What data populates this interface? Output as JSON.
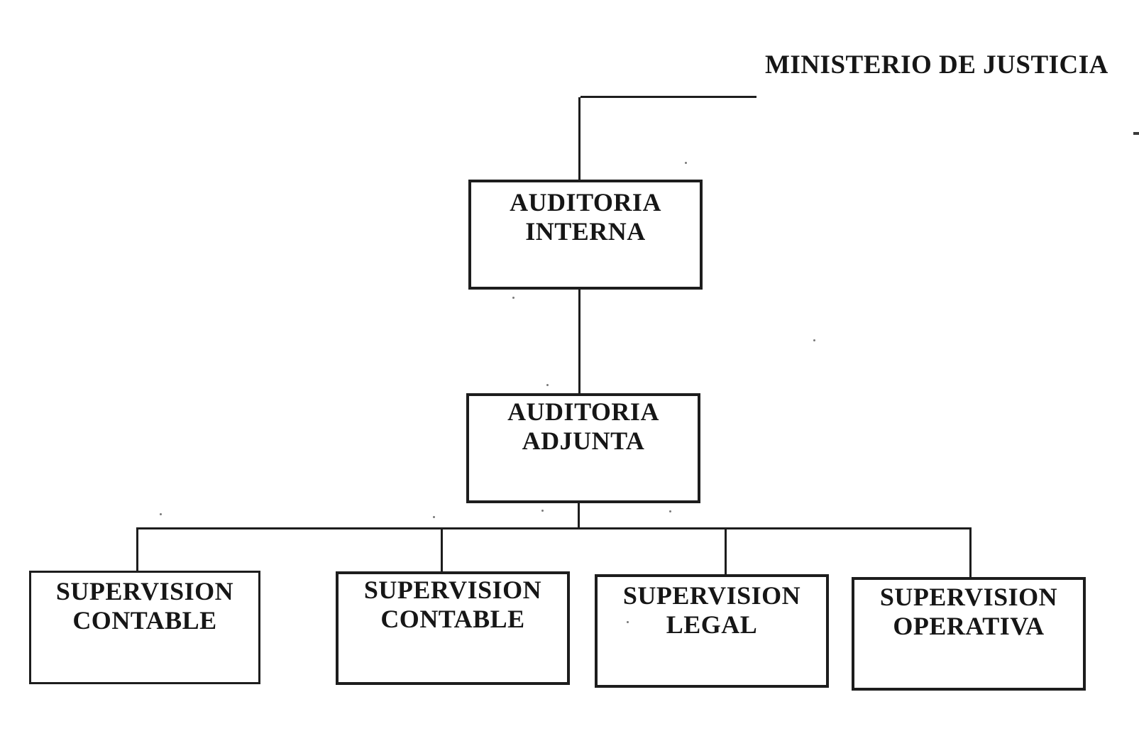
{
  "page": {
    "background_color": "#ffffff",
    "ink_color": "#1c1c1c",
    "kind": "scanned organizational chart"
  },
  "title": {
    "text": "MINISTERIO DE JUSTICIA"
  },
  "nodes": {
    "auditoria_interna": {
      "line1": "AUDITORIA",
      "line2": "INTERNA"
    },
    "auditoria_adjunta": {
      "line1": "AUDITORIA",
      "line2": "ADJUNTA"
    },
    "supervision_contable_1": {
      "line1": "SUPERVISION",
      "line2": "CONTABLE"
    },
    "supervision_contable_2": {
      "line1": "SUPERVISION",
      "line2": "CONTABLE"
    },
    "supervision_legal": {
      "line1": "SUPERVISION",
      "line2": "LEGAL"
    },
    "supervision_operativa": {
      "line1": "SUPERVISION",
      "line2": "OPERATIVA"
    }
  },
  "hierarchy": {
    "root": "MINISTERIO DE JUSTICIA",
    "edges": [
      {
        "from": "MINISTERIO DE JUSTICIA",
        "to": "AUDITORIA INTERNA"
      },
      {
        "from": "AUDITORIA INTERNA",
        "to": "AUDITORIA ADJUNTA"
      },
      {
        "from": "AUDITORIA ADJUNTA",
        "to": "SUPERVISION CONTABLE"
      },
      {
        "from": "AUDITORIA ADJUNTA",
        "to": "SUPERVISION CONTABLE"
      },
      {
        "from": "AUDITORIA ADJUNTA",
        "to": "SUPERVISION LEGAL"
      },
      {
        "from": "AUDITORIA ADJUNTA",
        "to": "SUPERVISION OPERATIVA"
      }
    ]
  }
}
